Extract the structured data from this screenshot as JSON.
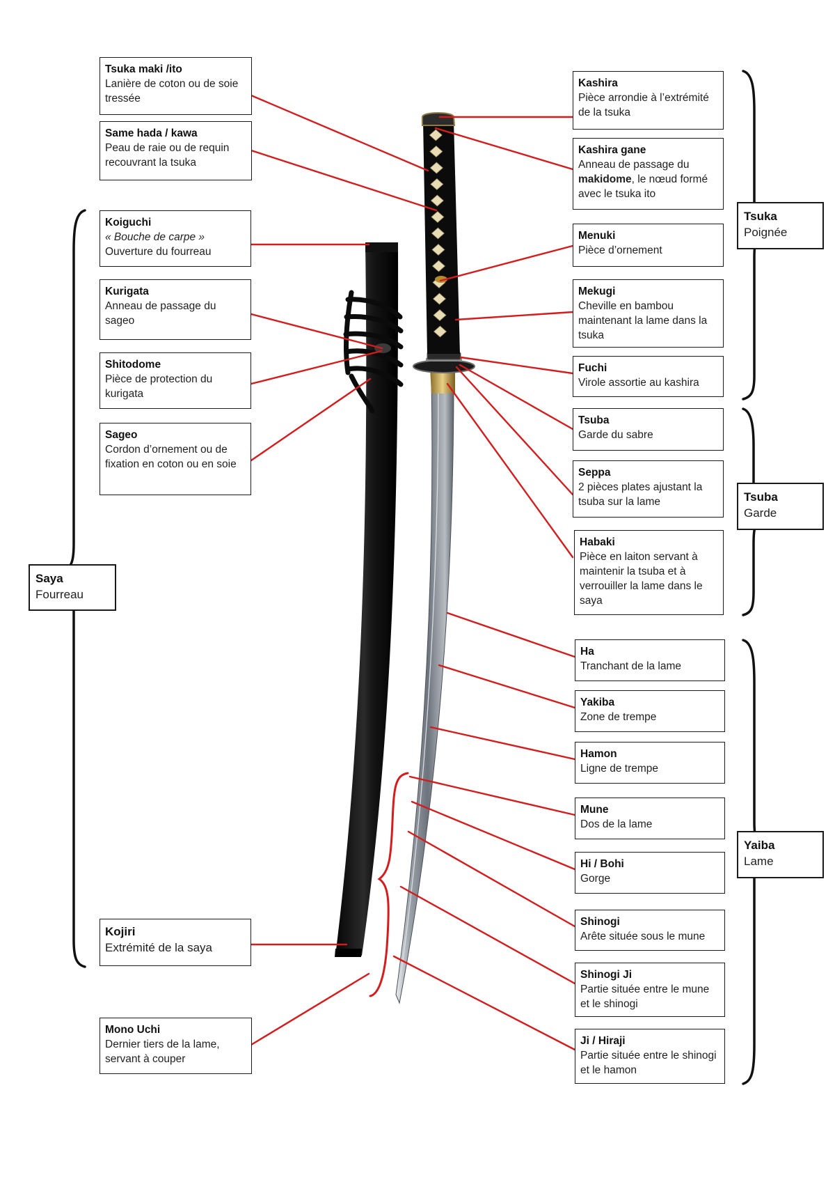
{
  "colors": {
    "leader": "#d41c1c",
    "brace": "#111111",
    "box_border": "#1a1a1a"
  },
  "left_labels": [
    {
      "id": "tsuka-maki-ito",
      "title": "Tsuka maki /ito",
      "desc": "Lanière de coton ou de soie tressée"
    },
    {
      "id": "same-hada-kawa",
      "title": "Same hada / kawa",
      "desc": "Peau de raie ou de requin recouvrant la tsuka"
    },
    {
      "id": "koiguchi",
      "title": "Koiguchi",
      "desc_italic": "« Bouche de carpe »",
      "desc": "Ouverture du fourreau"
    },
    {
      "id": "kurigata",
      "title": "Kurigata",
      "desc": "Anneau de passage du sageo"
    },
    {
      "id": "shitodome",
      "title": "Shitodome",
      "desc": "Pièce de protection du kurigata"
    },
    {
      "id": "sageo",
      "title": "Sageo",
      "desc": "Cordon d’ornement ou de fixation en coton ou en soie"
    },
    {
      "id": "kojiri",
      "title": "Kojiri",
      "desc": "Extrémité de la saya"
    },
    {
      "id": "mono-uchi",
      "title": "Mono Uchi",
      "desc": "Dernier tiers de la lame, servant à couper"
    }
  ],
  "right_labels": [
    {
      "id": "kashira",
      "title": "Kashira",
      "desc": "Pièce arrondie à l’extrémité de la tsuka"
    },
    {
      "id": "kashira-gane",
      "title": "Kashira gane",
      "desc_a": "Anneau de passage du ",
      "desc_bold": "makidome",
      "desc_b": ", le nœud formé avec le tsuka ito"
    },
    {
      "id": "menuki",
      "title": "Menuki",
      "desc": "Pièce d’ornement"
    },
    {
      "id": "mekugi",
      "title": "Mekugi",
      "desc": "Cheville en bambou maintenant la lame dans la tsuka"
    },
    {
      "id": "fuchi",
      "title": "Fuchi",
      "desc": "Virole assortie au kashira"
    },
    {
      "id": "tsuba-part",
      "title": "Tsuba",
      "desc": "Garde du sabre"
    },
    {
      "id": "seppa",
      "title": "Seppa",
      "desc": "2 pièces plates ajustant la tsuba sur la lame"
    },
    {
      "id": "habaki",
      "title": "Habaki",
      "desc": "Pièce en laiton servant à maintenir la tsuba et à verrouiller la lame dans le saya"
    },
    {
      "id": "ha",
      "title": "Ha",
      "desc": "Tranchant de la lame"
    },
    {
      "id": "yakiba",
      "title": "Yakiba",
      "desc": "Zone de trempe"
    },
    {
      "id": "hamon",
      "title": "Hamon",
      "desc": "Ligne de trempe"
    },
    {
      "id": "mune",
      "title": "Mune",
      "desc": "Dos de la lame"
    },
    {
      "id": "hi-bohi",
      "title": "Hi / Bohi",
      "desc": "Gorge"
    },
    {
      "id": "shinogi",
      "title": "Shinogi",
      "desc": "Arête située sous le mune"
    },
    {
      "id": "shinogi-ji",
      "title": "Shinogi Ji",
      "desc": "Partie située entre le mune et le shinogi"
    },
    {
      "id": "ji-hiraji",
      "title": "Ji / Hiraji",
      "desc": "Partie située entre le shinogi et le hamon"
    }
  ],
  "group_labels": [
    {
      "id": "saya",
      "title": "Saya",
      "desc": "Fourreau"
    },
    {
      "id": "tsuka",
      "title": "Tsuka",
      "desc": "Poignée"
    },
    {
      "id": "tsuba",
      "title": "Tsuba",
      "desc": "Garde"
    },
    {
      "id": "yaiba",
      "title": "Yaiba",
      "desc": "Lame"
    }
  ]
}
